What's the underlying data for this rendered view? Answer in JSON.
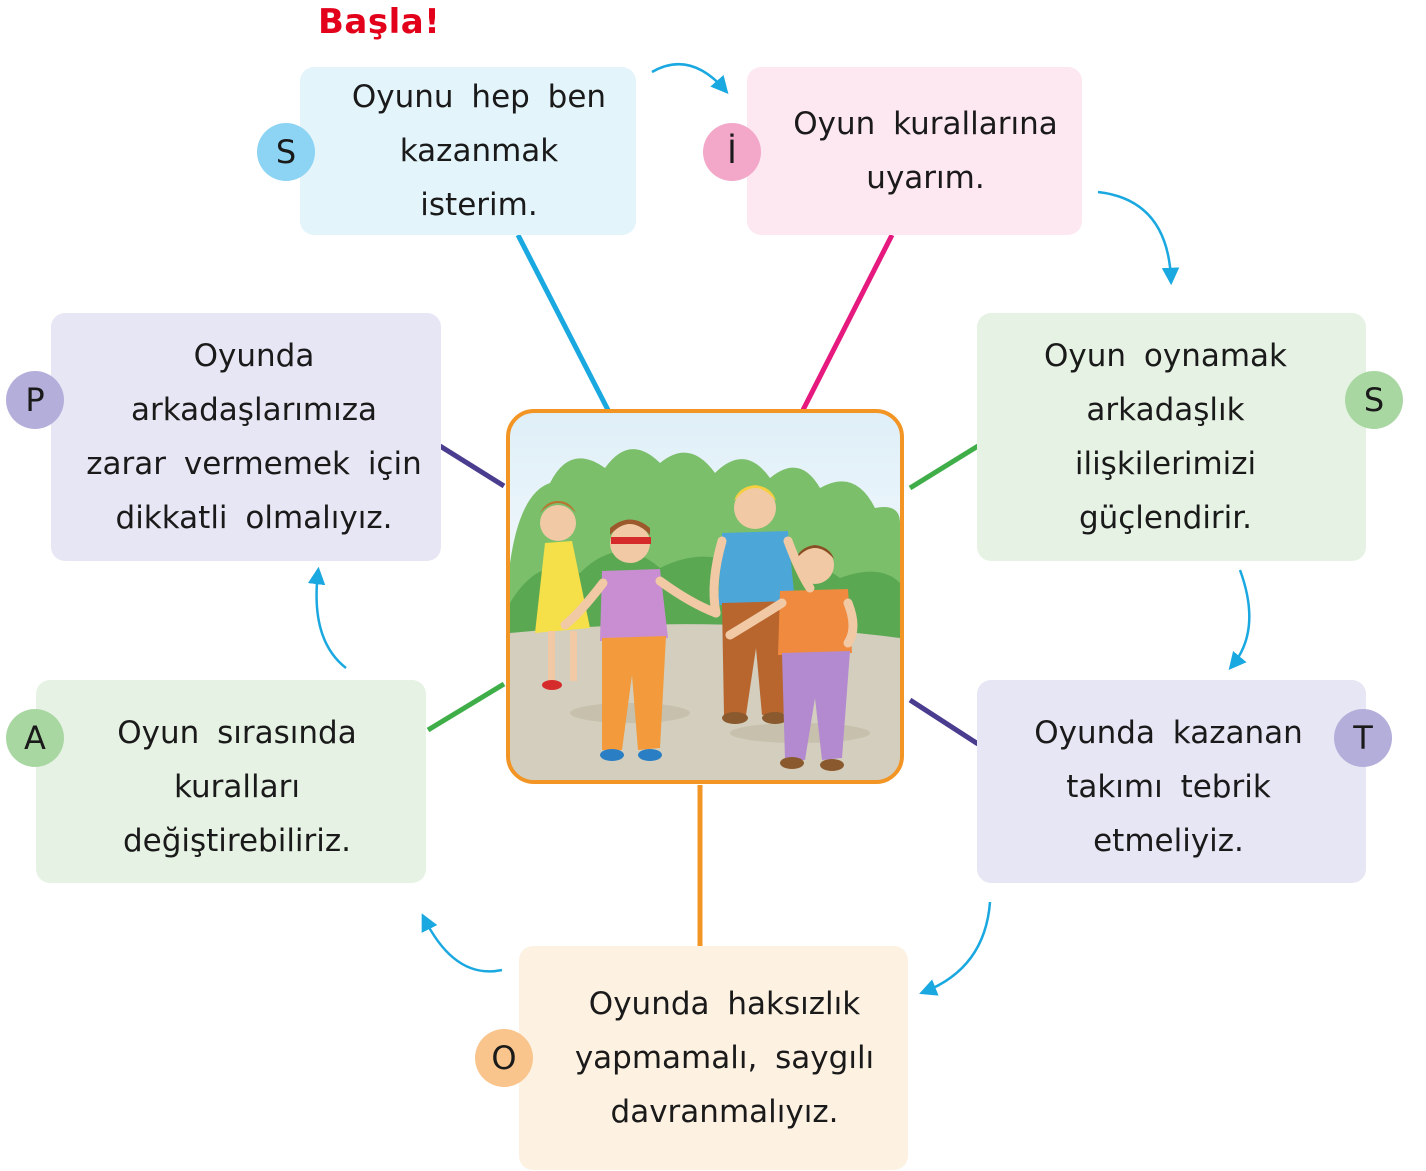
{
  "title": "Başla!",
  "colors": {
    "blue": "#1aa8e0",
    "pink": "#e6197f",
    "green": "#3fae49",
    "purple": "#4a3d8f",
    "orange": "#f39524",
    "title_red": "#e2001a"
  },
  "boxes": {
    "s1": {
      "letter": "S",
      "text": "Oyunu hep ben kazanmak isterim.",
      "bg": "#e3f4fb",
      "badge": "#8cd3f4"
    },
    "i": {
      "letter": "İ",
      "text": "Oyun kurallarına uyarım.",
      "bg": "#fde7f0",
      "badge": "#f3a8c9"
    },
    "s2": {
      "letter": "S",
      "text": "Oyun oynamak arkadaşlık ilişkilerimizi güçlendirir.",
      "bg": "#e6f3e4",
      "badge": "#a9d7a2"
    },
    "t": {
      "letter": "T",
      "text": "Oyunda kazanan takımı tebrik etmeliyiz.",
      "bg": "#e7e6f4",
      "badge": "#b4aedb"
    },
    "o": {
      "letter": "O",
      "text": "Oyunda haksızlık yapmamalı, saygılı davranmalıyız.",
      "bg": "#fdf1e2",
      "badge": "#f9c58d"
    },
    "a": {
      "letter": "A",
      "text": "Oyun sırasında kuralları değiştirebiliriz.",
      "bg": "#e6f3e4",
      "badge": "#a9d7a2"
    },
    "p": {
      "letter": "P",
      "text": "Oyunda arkadaşlarımıza zarar vermemek için dikkatli olmalıyız.",
      "bg": "#e7e6f4",
      "badge": "#b4aedb"
    }
  },
  "illustration": {
    "subject": "children playing blindfold game outdoors"
  }
}
